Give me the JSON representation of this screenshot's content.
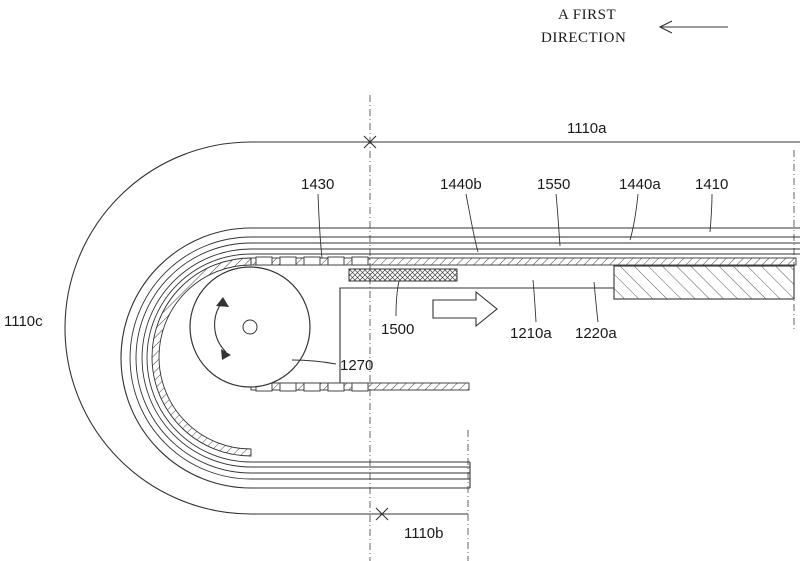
{
  "direction": {
    "line1": "A FIRST",
    "line2": "DIRECTION"
  },
  "labels": {
    "l1110a": "1110a",
    "l1110b": "1110b",
    "l1110c": "1110c",
    "l1430": "1430",
    "l1440b": "1440b",
    "l1550": "1550",
    "l1440a": "1440a",
    "l1410": "1410",
    "l1500": "1500",
    "l1210a": "1210a",
    "l1220a": "1220a",
    "l1270": "1270"
  },
  "colors": {
    "line": "#333333",
    "background": "#ffffff"
  }
}
